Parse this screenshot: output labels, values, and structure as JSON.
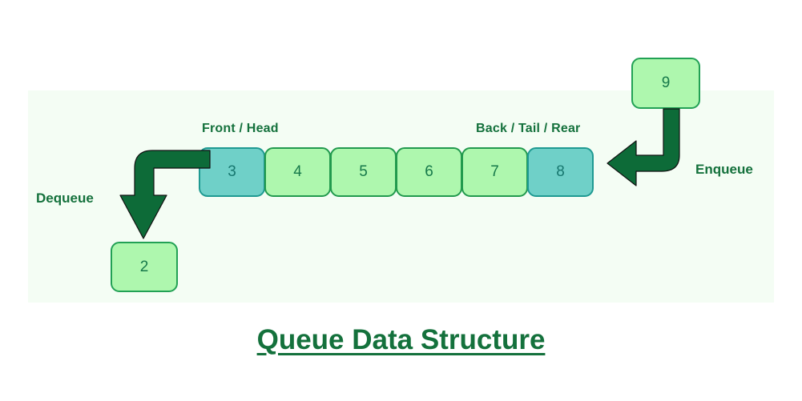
{
  "title": "Queue Data Structure",
  "colors": {
    "dark_green": "#14713c",
    "light_green_fill": "#aef7ae",
    "teal_fill": "#6fd0c8",
    "arrow_green": "#0d6b38",
    "panel_bg": "#f4fdf4",
    "page_bg": "#ffffff"
  },
  "panel": {
    "labels": {
      "front": "Front / Head",
      "back": "Back / Tail / Rear",
      "enqueue": "Enqueue",
      "dequeue": "Dequeue"
    },
    "queue": {
      "cells": [
        {
          "value": "3",
          "style": "teal"
        },
        {
          "value": "4",
          "style": "green"
        },
        {
          "value": "5",
          "style": "green"
        },
        {
          "value": "6",
          "style": "green"
        },
        {
          "value": "7",
          "style": "green"
        },
        {
          "value": "8",
          "style": "teal"
        }
      ]
    },
    "incoming_box": {
      "value": "9"
    },
    "outgoing_box": {
      "value": "2"
    },
    "arrows": [
      {
        "name": "enqueue-arrow",
        "direction": "down-then-left"
      },
      {
        "name": "dequeue-arrow",
        "direction": "left-then-down"
      }
    ]
  }
}
